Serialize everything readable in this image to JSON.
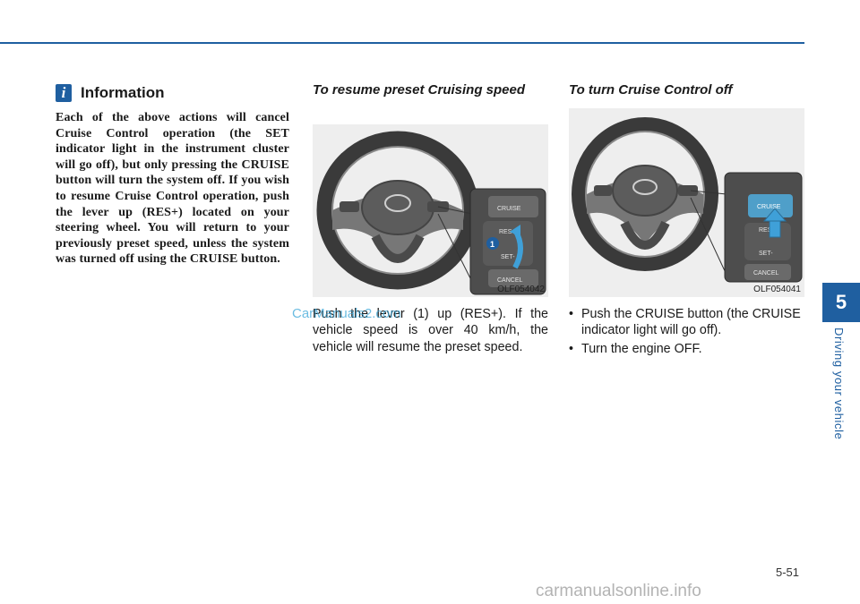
{
  "chapter": {
    "number": "5",
    "label": "Driving your vehicle"
  },
  "info": {
    "title": "Information",
    "body": "Each of the above actions will cancel Cruise Control operation (the SET indicator light in the instrument cluster will go off), but only pressing the CRUISE button will turn the system off. If you wish to resume Cruise Control operation, push the lever up (RES+) located on your steering wheel. You will return to your previously preset speed, unless the system was turned off using the CRUISE button."
  },
  "resume": {
    "heading": "To resume preset Cruising speed",
    "figure_code": "OLF054042",
    "figure_buttons": [
      "CRUISE",
      "RES+",
      "SET-",
      "CANCEL"
    ],
    "callout": "1",
    "body": "Push the lever (1) up (RES+). If the vehicle speed is over 40 km/h, the vehicle will resume the preset speed."
  },
  "turn_off": {
    "heading": "To turn Cruise Control off",
    "figure_code": "OLF054041",
    "figure_buttons": [
      "CRUISE",
      "RES+",
      "SET-",
      "CANCEL"
    ],
    "bullets": [
      "Push the CRUISE button (the CRUISE indicator light will go off).",
      "Turn the engine OFF."
    ]
  },
  "watermark": "CarManuals2.com",
  "page_number": "5-51",
  "footer_watermark": "carmanualsonline.info",
  "colors": {
    "accent": "#1f5fa0"
  }
}
